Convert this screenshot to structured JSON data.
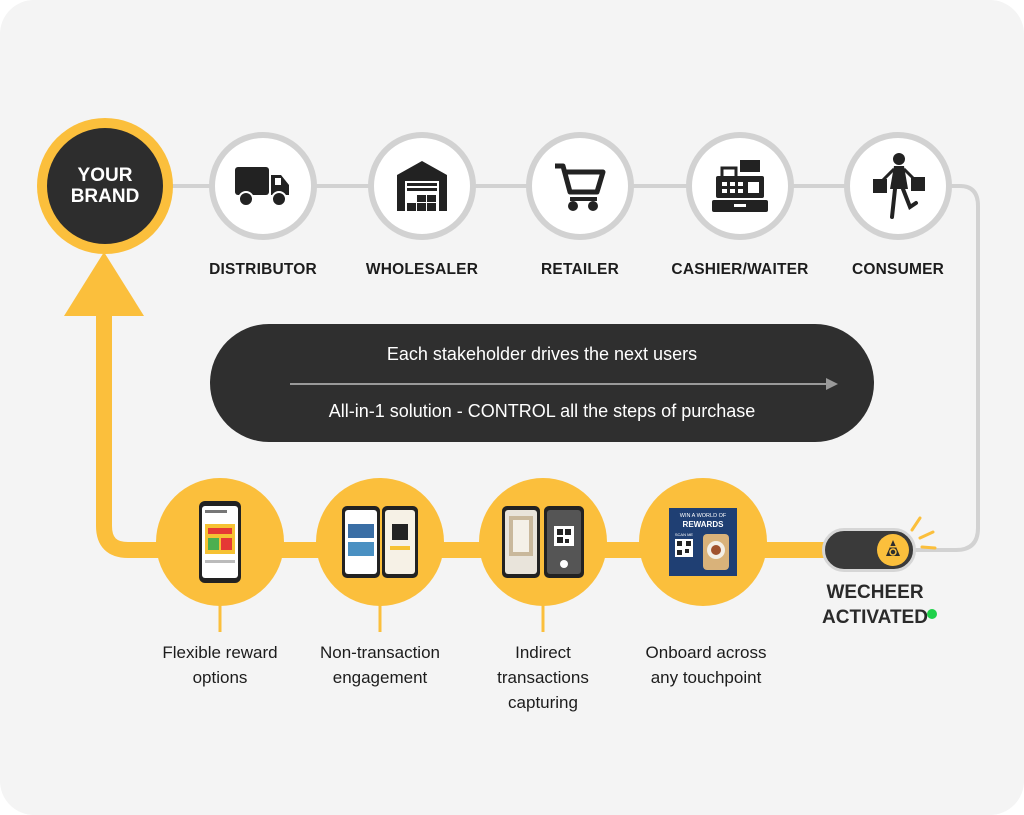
{
  "brand": {
    "label": "YOUR\nBRAND"
  },
  "stakeholders": [
    {
      "label": "DISTRIBUTOR",
      "icon": "truck-icon"
    },
    {
      "label": "WHOLESALER",
      "icon": "warehouse-icon"
    },
    {
      "label": "RETAILER",
      "icon": "shopping-cart-icon"
    },
    {
      "label": "CASHIER/WAITER",
      "icon": "cash-register-icon"
    },
    {
      "label": "CONSUMER",
      "icon": "shopper-icon"
    }
  ],
  "pill": {
    "line1": "Each stakeholder drives the next users",
    "line2": "All-in-1 solution - CONTROL all the  steps of purchase"
  },
  "features": [
    {
      "label": "Flexible reward\noptions",
      "icon": "phone-rewards-icon"
    },
    {
      "label": "Non-transaction\nengagement",
      "icon": "phones-engagement-icon"
    },
    {
      "label": "Indirect\ntransactions\ncapturing",
      "icon": "phones-receipt-scan-icon"
    },
    {
      "label": "Onboard across\nany touchpoint",
      "icon": "rewards-poster-icon"
    }
  ],
  "poster": {
    "line1": "WIN A WORLD OF",
    "line2": "REWARDS",
    "scan": "SCAN ME"
  },
  "toggle": {
    "label": "WECHEER\nACTIVATED",
    "icon": "wecheer-logo-icon"
  },
  "colors": {
    "accent": "#fbbf3c",
    "dark": "#2d2d2d",
    "ring": "#d2d2d2",
    "status": "#1fd14a"
  }
}
